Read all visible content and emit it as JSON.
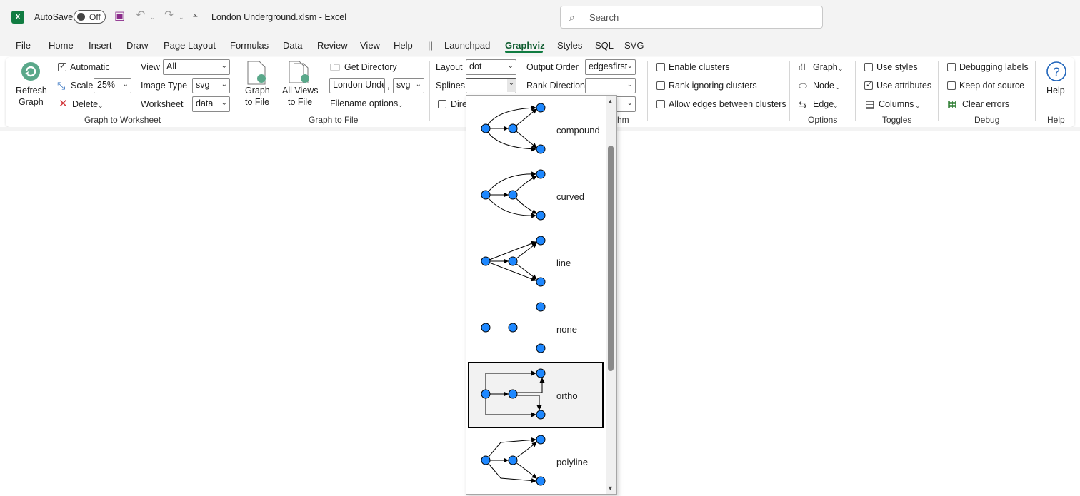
{
  "titlebar": {
    "autosave_label": "AutoSave",
    "autosave_state": "Off",
    "doc_title": "London Underground.xlsm  -  Excel",
    "search_placeholder": "Search"
  },
  "menu": {
    "file": "File",
    "home": "Home",
    "insert": "Insert",
    "draw": "Draw",
    "page_layout": "Page Layout",
    "formulas": "Formulas",
    "data": "Data",
    "review": "Review",
    "view": "View",
    "help": "Help",
    "sep": "||",
    "launchpad": "Launchpad",
    "graphviz": "Graphviz",
    "styles": "Styles",
    "sql": "SQL",
    "svg": "SVG"
  },
  "ribbon": {
    "refresh_line1": "Refresh",
    "refresh_line2": "Graph",
    "automatic": "Automatic",
    "scale": "Scale",
    "scale_value": "25%",
    "delete": "Delete",
    "view": "View",
    "view_value": "All",
    "image_type": "Image Type",
    "image_type_value": "svg",
    "worksheet": "Worksheet",
    "worksheet_value": "data",
    "group1": "Graph to Worksheet",
    "graph_to_file_1": "Graph",
    "graph_to_file_2": "to File",
    "all_views_1": "All Views",
    "all_views_2": "to File",
    "get_directory": "Get Directory",
    "filename_value": "London Unde",
    "comma": ",",
    "file_ext_value": "svg",
    "filename_options": "Filename options",
    "group2": "Graph to File",
    "layout": "Layout",
    "layout_value": "dot",
    "splines": "Splines",
    "splines_value": "",
    "directed_partial": "Dire",
    "output_order": "Output Order",
    "output_order_value": "edgesfirst",
    "rank_direction": "Rank Direction",
    "rank_direction_value": "",
    "group3_partial": "hm",
    "enable_clusters": "Enable clusters",
    "rank_ignoring_clusters": "Rank ignoring clusters",
    "allow_edges": "Allow edges between clusters",
    "graph": "Graph",
    "node": "Node",
    "edge": "Edge",
    "options": "Options",
    "use_styles": "Use styles",
    "use_attributes": "Use attributes",
    "columns": "Columns",
    "toggles": "Toggles",
    "debugging_labels": "Debugging labels",
    "keep_dot_source": "Keep dot source",
    "clear_errors": "Clear errors",
    "debug": "Debug",
    "help_label": "Help",
    "help_group": "Help"
  },
  "checkbox_state": {
    "automatic": true,
    "directed": false,
    "enable_clusters": false,
    "rank_ignoring_clusters": false,
    "allow_edges": false,
    "use_styles": false,
    "use_attributes": true,
    "debugging_labels": false,
    "keep_dot_source": false
  },
  "splines_dropdown": {
    "items": [
      {
        "label": "compound",
        "selected": false
      },
      {
        "label": "curved",
        "selected": false
      },
      {
        "label": "line",
        "selected": false
      },
      {
        "label": "none",
        "selected": false
      },
      {
        "label": "ortho",
        "selected": true
      },
      {
        "label": "polyline",
        "selected": false
      }
    ]
  },
  "colors": {
    "node_fill": "#1e88ff",
    "excel_green": "#107c41",
    "ribbon_bg": "#ffffff",
    "chrome_bg": "#f3f3f3"
  },
  "icons": [
    "excel-logo-icon",
    "save-icon",
    "undo-icon",
    "redo-icon",
    "customize-icon",
    "search-icon",
    "refresh-icon",
    "scale-icon",
    "delete-icon",
    "file-icon",
    "folder-icon",
    "graph-icon",
    "node-icon",
    "edge-icon",
    "columns-icon",
    "clear-errors-icon",
    "help-icon",
    "chevron-down-icon"
  ]
}
